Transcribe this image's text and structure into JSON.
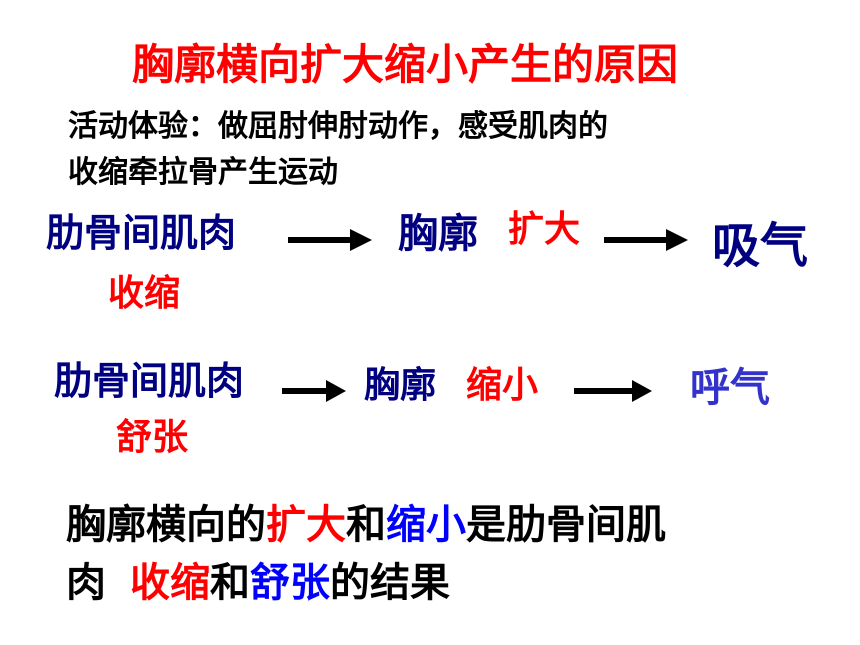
{
  "title": "胸廓横向扩大缩小产生的原因",
  "intro": {
    "line1": "活动体验：做屈肘伸肘动作，感受肌肉的",
    "line2": "收缩牵拉骨产生运动"
  },
  "inhale_flow": {
    "muscle": "肋骨间肌肉",
    "muscle_action": "收缩",
    "chest": "胸廓",
    "chest_change": "扩大",
    "result": "吸气"
  },
  "exhale_flow": {
    "muscle": "肋骨间肌肉",
    "muscle_action": "舒张",
    "chest": "胸廓",
    "chest_change": "缩小",
    "result": "呼气"
  },
  "summary": {
    "p1": "胸廓横向的",
    "expand": "扩大",
    "and1": "和",
    "shrink": "缩小",
    "p2": "是肋骨间肌",
    "p3": "肉",
    "contract": "收缩",
    "and2": "和",
    "relax": "舒张",
    "p4": "的结果"
  },
  "colors": {
    "title": "#ff0000",
    "navy_text": "#000080",
    "highlight_red": "#ff0000",
    "highlight_blue": "#0000ff",
    "exhale_result": "#3333cc",
    "arrow": "#000000"
  },
  "icons": [
    "right-arrow-icon"
  ]
}
